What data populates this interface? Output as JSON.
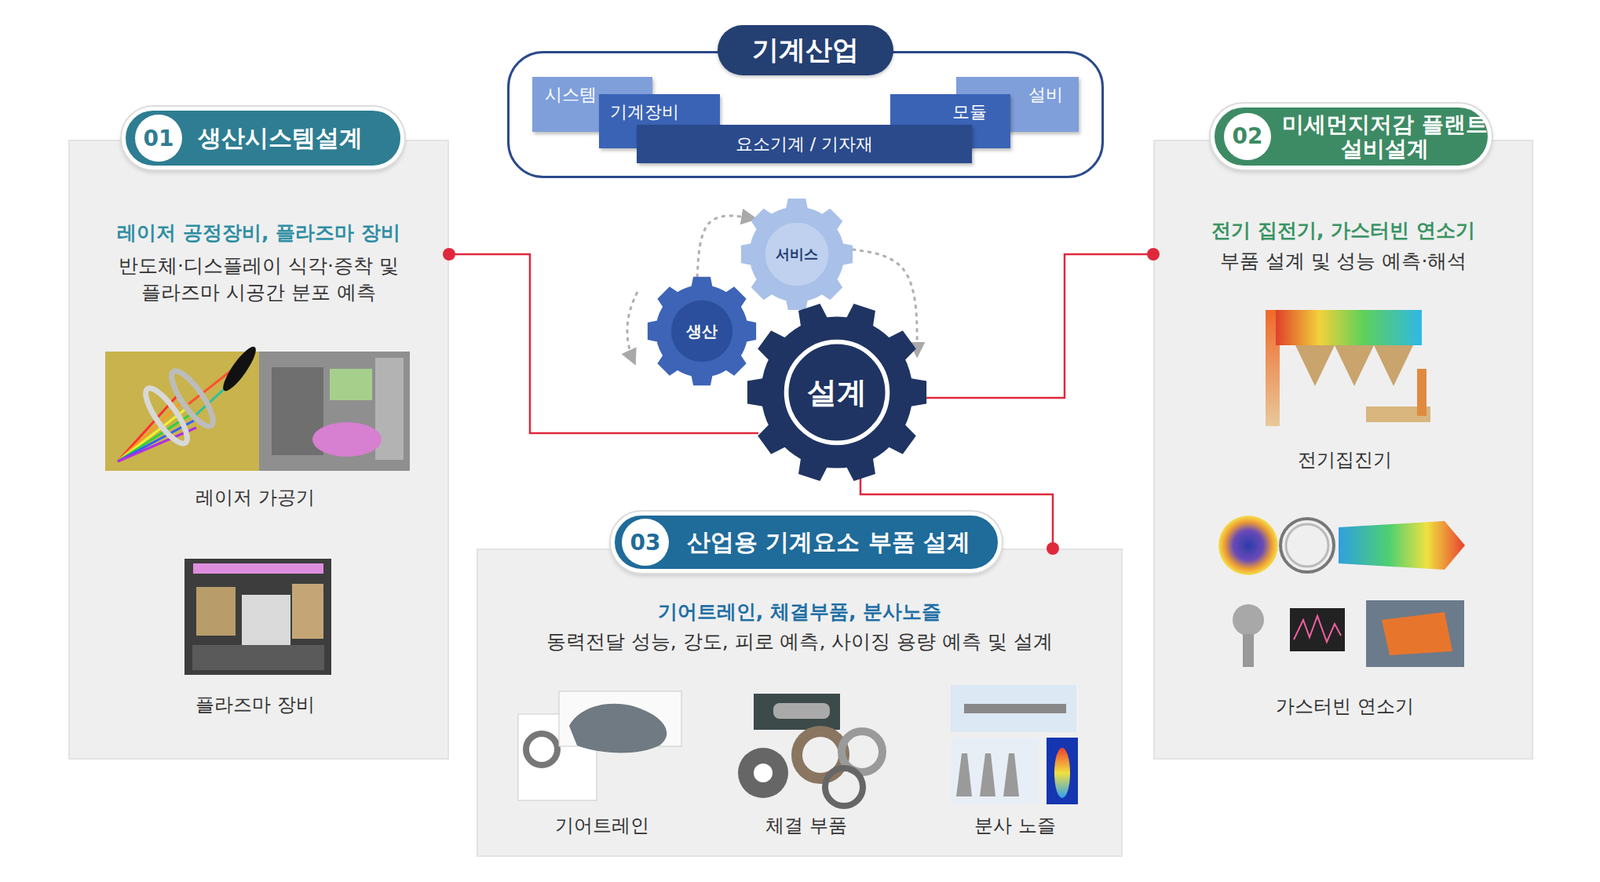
{
  "diagram": {
    "nodes": [
      {
        "text": [
          "기계산업"
        ]
      },
      {
        "text": [
          "시스템"
        ],
        "in": 0
      },
      {
        "text": [
          "기계장비"
        ],
        "in": 0
      },
      {
        "text": [
          "모듈"
        ],
        "in": 0
      },
      {
        "text": [
          "설비"
        ],
        "in": 0
      },
      {
        "text": [
          "요소기계 / 기자재"
        ],
        "in": 0
      },
      {
        "text": [
          "레이저 공정장비, 플라즈마 장비",
          "반도체·디스플레이 식각·증착 및 플라즈마 시공간 분포 예측"
        ]
      },
      {
        "text": [
          "생산시스템설계"
        ],
        "in": 6
      },
      {
        "text": [
          "01"
        ],
        "in": 7
      },
      {
        "text": [
          "전기 집전기, 가스터빈 연소기",
          "부품 설계 및 성능 예측·해석"
        ]
      },
      {
        "text": [
          "미세먼지저감 플랜트설비설계"
        ],
        "in": 9
      },
      {
        "text": [
          "02"
        ],
        "in": 10
      },
      {
        "text": [
          "서비스"
        ]
      },
      {
        "text": [
          "생산"
        ]
      },
      {
        "text": [
          "설계"
        ]
      },
      {
        "text": [
          "기어트레인, 체결부품, 분사노즐",
          "동력전달 성능, 강도, 피로 예측, 사이징 용량 예측 및 설계"
        ]
      },
      {
        "text": [
          "산업용 기계요소 부품 설계"
        ],
        "in": 15
      },
      {
        "text": [
          "03"
        ],
        "in": 16
      }
    ],
    "edges": [
      {
        "from": 14,
        "to": 6,
        "arrow": "none"
      },
      {
        "from": 14,
        "to": 9,
        "arrow": "none"
      },
      {
        "from": 14,
        "to": 15,
        "arrow": "none"
      },
      {
        "from": 13,
        "to": 12,
        "arrow": "to"
      },
      {
        "from": 12,
        "to": 14,
        "arrow": "to"
      }
    ],
    "labels": [
      "레이저 가공기",
      "플라즈마 장비",
      "전기집진기",
      "가스터빈 연소기",
      "기어트레인",
      "체결 부품",
      "분사 노즐"
    ]
  }
}
